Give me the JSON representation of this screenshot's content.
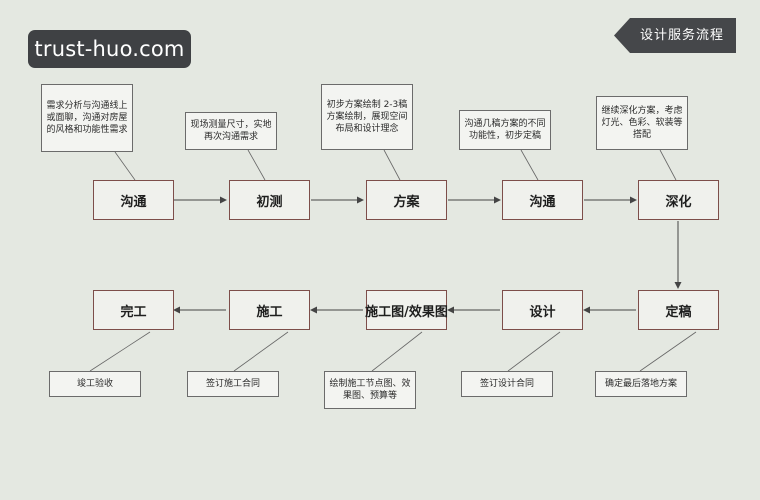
{
  "watermark": "trust-huo.com",
  "title_tag": "设计服务流程",
  "steps_top": [
    "沟通",
    "初测",
    "方案",
    "沟通",
    "深化"
  ],
  "steps_bottom": [
    "完工",
    "施工",
    "施工图/效果图",
    "设计",
    "定稿"
  ],
  "notes_top": [
    "需求分析与沟通线上或面聊，沟通对房屋的风格和功能性需求",
    "现场测量尺寸，实地再次沟通需求",
    "初步方案绘制 2-3稿方案绘制，展现空间布局和设计理念",
    "沟通几稿方案的不同功能性，初步定稿",
    "继续深化方案，考虑灯光、色彩、软装等搭配"
  ],
  "notes_bottom": [
    "竣工验收",
    "签订施工合同",
    "绘制施工节点图、效果图、预算等",
    "签订设计合同",
    "确定最后落地方案"
  ],
  "colors": {
    "background": "#e4e8e1",
    "box_border": "#7d4e4a",
    "line": "#444444"
  }
}
